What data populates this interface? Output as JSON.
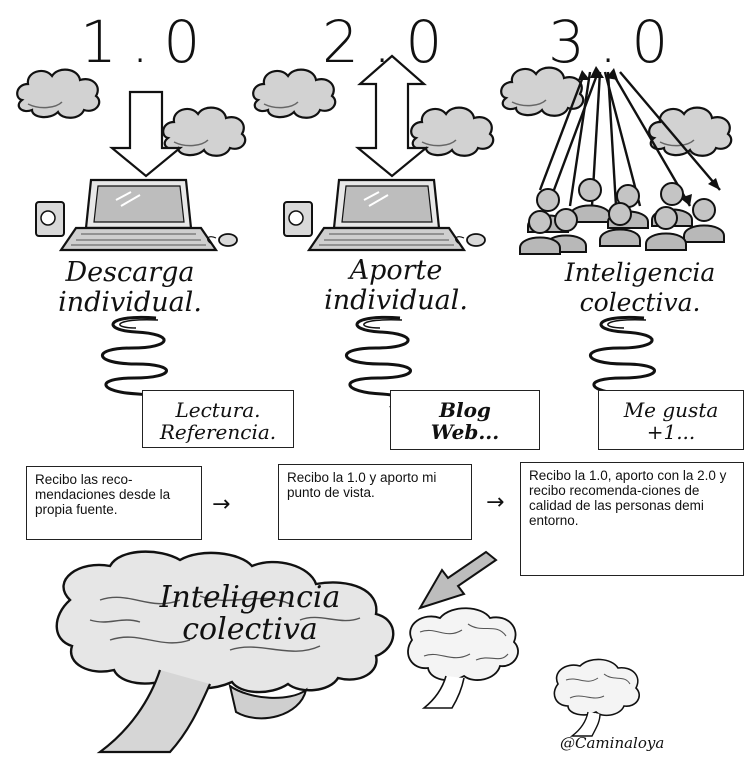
{
  "versions": [
    "1.0",
    "2.0",
    "3.0"
  ],
  "captions": [
    {
      "line1": "Descarga",
      "line2": "individual."
    },
    {
      "line1": "Aporte",
      "line2": "individual."
    },
    {
      "line1": "Inteligencia",
      "line2": "colectiva."
    }
  ],
  "notes": [
    {
      "line1": "Lectura.",
      "line2": "Referencia."
    },
    {
      "line1": "Blog",
      "line2": "Web..."
    },
    {
      "line1": "Me gusta",
      "line2": "+1..."
    }
  ],
  "boxes": [
    "Recibo las reco-mendaciones desde la propia fuente.",
    "Recibo la 1.0 y aporto mi punto de vista.",
    "Recibo la 1.0, aporto con la 2.0 y recibo recomenda-ciones de calidad de las personas demi entorno."
  ],
  "arrows": [
    "→",
    "→"
  ],
  "brain_label": {
    "line1": "Inteligencia",
    "line2": "colectiva"
  },
  "credit": "@Caminaloya",
  "icons": {
    "cloud": "cloud-icon",
    "laptop": "laptop-icon",
    "people": "people-crowd-icon",
    "spiral": "spiral-icon",
    "brain": "brain-icon"
  }
}
